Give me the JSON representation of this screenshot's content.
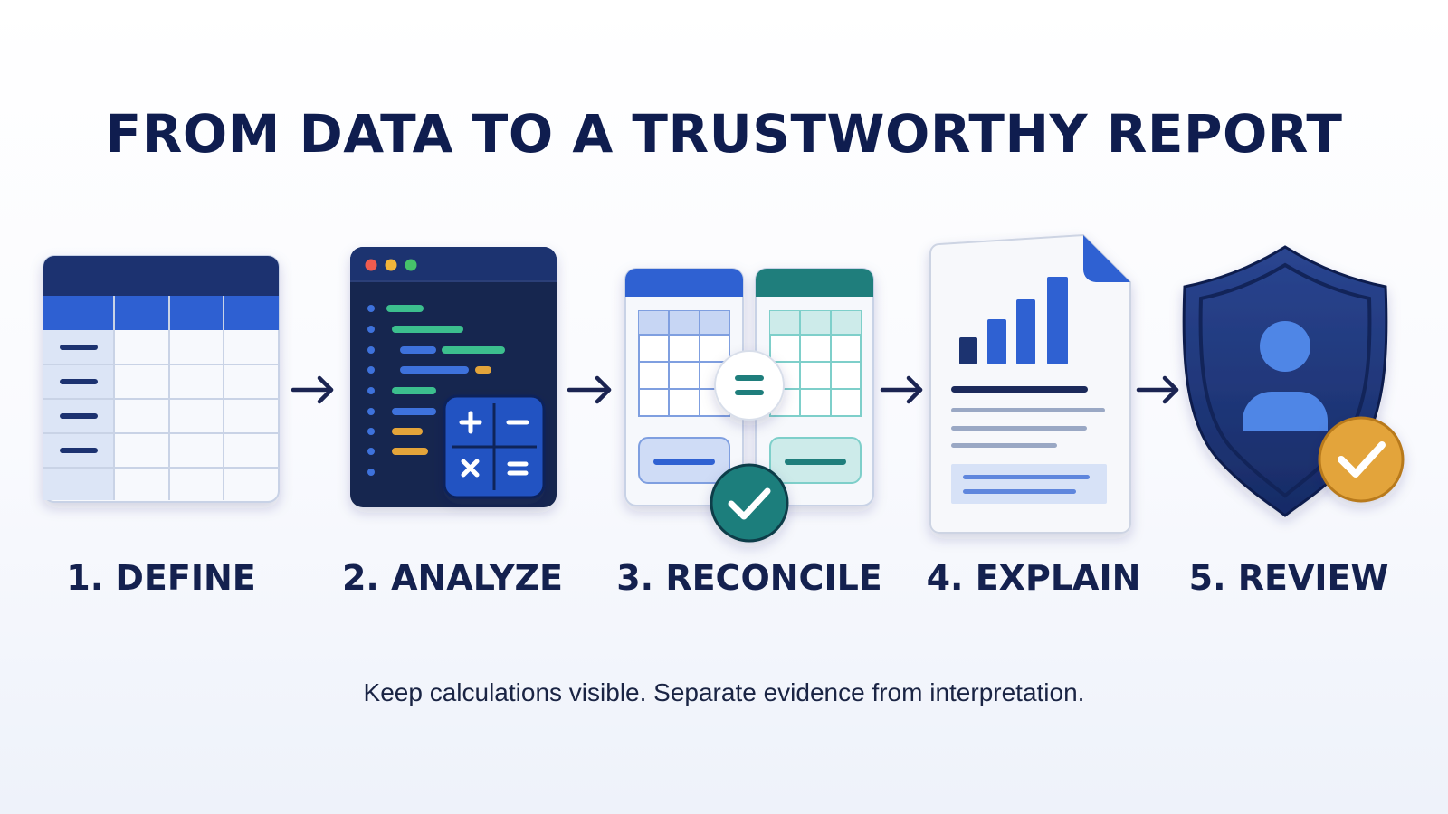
{
  "title": "FROM DATA TO A TRUSTWORTHY REPORT",
  "steps": [
    {
      "label": "1. DEFINE",
      "icon": "table-spreadsheet-icon"
    },
    {
      "label": "2. ANALYZE",
      "icon": "code-window-calculator-icon"
    },
    {
      "label": "3. RECONCILE",
      "icon": "compare-tables-equals-icon"
    },
    {
      "label": "4. EXPLAIN",
      "icon": "report-document-chart-icon"
    },
    {
      "label": "5. REVIEW",
      "icon": "shield-reviewer-check-icon"
    }
  ],
  "footer": "Keep calculations visible. Separate evidence from interpretation.",
  "colors": {
    "navy": "#1b2d66",
    "blue": "#2e5fcf",
    "light_blue": "#dde6f7",
    "teal": "#1f7e7c",
    "green": "#3cbf8e",
    "amber": "#e3a43a",
    "text": "#0f1d4f"
  }
}
